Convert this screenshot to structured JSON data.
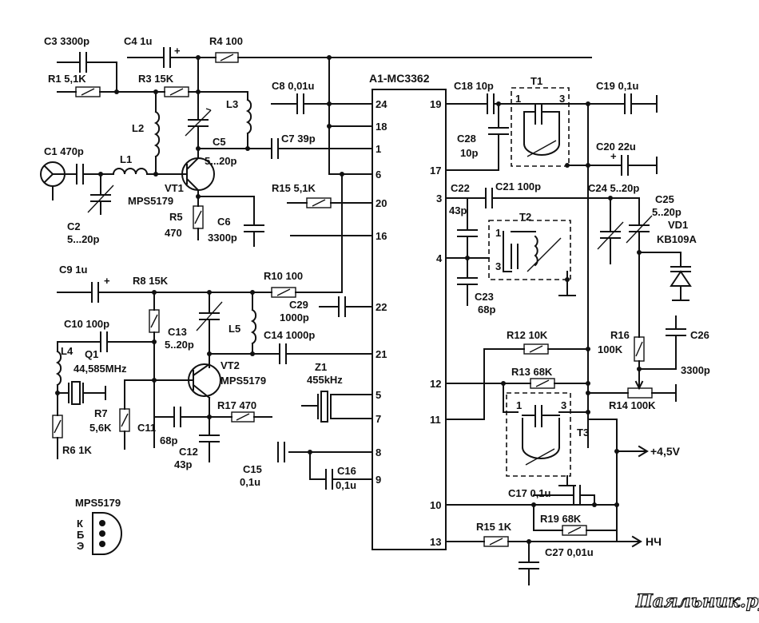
{
  "ic": {
    "name": "A1-MC3362",
    "pins_left": [
      "24",
      "18",
      "1",
      "6",
      "20",
      "16",
      "22",
      "21",
      "5",
      "7",
      "8",
      "9"
    ],
    "pins_right": [
      "19",
      "17",
      "3",
      "4",
      "12",
      "11",
      "10",
      "13"
    ]
  },
  "components": {
    "C3": "C3 3300p",
    "C4": "C4 1u",
    "R4": "R4 100",
    "R1": "R1 5,1K",
    "R3": "R3 15K",
    "C8": "C8 0,01u",
    "C1": "C1 470p",
    "L1": "L1",
    "L2": "L2",
    "L3": "L3",
    "C5a": "C5",
    "C5b": "5...20p",
    "C7": "C7 39p",
    "VT1": "VT1",
    "MPS1": "MPS5179",
    "C2a": "C2",
    "C2b": "5...20p",
    "R5a": "R5",
    "R5b": "470",
    "C6a": "C6",
    "C6b": "3300p",
    "R15a": "R15 5,1K",
    "C9": "C9 1u",
    "R8": "R8 15K",
    "R10": "R10 100",
    "C29a": "C29",
    "C29b": "1000p",
    "C10": "C10 100p",
    "C13a": "C13",
    "C13b": "5..20p",
    "L5": "L5",
    "C14": "C14 1000p",
    "L4": "L4",
    "Q1a": "Q1",
    "Q1b": "44,585MHz",
    "VT2": "VT2",
    "MPS2": "MPS5179",
    "Z1a": "Z1",
    "Z1b": "455kHz",
    "R7a": "R7",
    "R7b": "5,6K",
    "C11a": "C11",
    "C11b": "68p",
    "R17": "R17 470",
    "R6": "R6 1K",
    "C12a": "C12",
    "C12b": "43p",
    "C15a": "C15",
    "C15b": "0,1u",
    "C16a": "C16",
    "C16b": "0,1u",
    "C18": "C18 10p",
    "T1": "T1",
    "C19": "C19 0,1u",
    "C28a": "C28",
    "C28b": "10p",
    "C20": "C20 22u",
    "C22": "C22",
    "C21": "C21 100p",
    "C24": "C24 5..20p",
    "C25a": "C25",
    "C25b": "5..20p",
    "VD1a": "VD1",
    "VD1b": "KB109A",
    "C22b": "43p",
    "T2": "T2",
    "C23a": "C23",
    "C23b": "68p",
    "R12": "R12 10K",
    "R13": "R13 68K",
    "R16a": "R16",
    "R16b": "100K",
    "C26a": "C26",
    "C26b": "3300p",
    "R14": "R14 100K",
    "T3": "T3",
    "C17": "C17 0,1u",
    "R19": "R19 68K",
    "R15b": "R15 1K",
    "C27": "C27 0,01u"
  },
  "outputs": {
    "supply": "+4,5V",
    "audio": "НЧ"
  },
  "pinout": {
    "title": "MPS5179",
    "k": "К",
    "b": "Б",
    "e": "Э"
  },
  "pol": "+",
  "tap1": "1",
  "tap3": "3",
  "watermark": "Паяльник.ру"
}
